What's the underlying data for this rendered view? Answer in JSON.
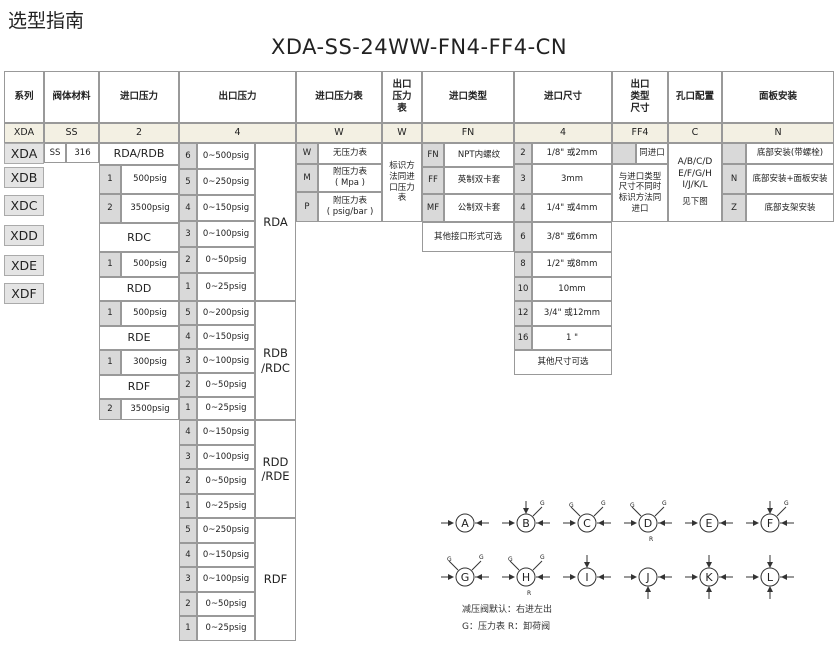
{
  "page": {
    "title": "选型指南",
    "model_code": "XDA-SS-24WW-FN4-FF4-CN"
  },
  "headers": {
    "series": "系列",
    "body_material": "阀体材料",
    "inlet_pressure": "进口压力",
    "outlet_pressure": "出口压力",
    "inlet_gauge": "进口压力表",
    "outlet_gauge": [
      "出口",
      "压力",
      "表"
    ],
    "inlet_type": "进口类型",
    "inlet_size": "进口尺寸",
    "outlet_type_size": [
      "出口",
      "类型",
      "尺寸"
    ],
    "port_config": "孔口配置",
    "panel_mount": "面板安装"
  },
  "codes": {
    "series": "XDA",
    "body_material": "SS",
    "inlet_pressure": "2",
    "outlet_pressure": "4",
    "inlet_gauge": "W",
    "outlet_gauge": "W",
    "inlet_type": "FN",
    "inlet_size": "4",
    "outlet_type": "FF4",
    "port_config": "C",
    "panel_mount": "N"
  },
  "series_list": [
    "XDA",
    "XDB",
    "XDC",
    "XDD",
    "XDE",
    "XDF"
  ],
  "body_material": {
    "code": "SS",
    "value": "316"
  },
  "inlet_pressure": {
    "g1": "RDA/RDB",
    "g1_rows": [
      {
        "code": "1",
        "value": "500psig"
      },
      {
        "code": "2",
        "value": "3500psig"
      }
    ],
    "g2": "RDC",
    "g2_rows": [
      {
        "code": "1",
        "value": "500psig"
      }
    ],
    "g3": "RDD",
    "g3_rows": [
      {
        "code": "1",
        "value": "500psig"
      }
    ],
    "g4": "RDE",
    "g4_rows": [
      {
        "code": "1",
        "value": "300psig"
      }
    ],
    "g5": "RDF",
    "g5_rows": [
      {
        "code": "2",
        "value": "3500psig"
      }
    ]
  },
  "outlet_pressure": {
    "rda": {
      "label": "RDA",
      "rows": [
        {
          "code": "6",
          "value": "0~500psig"
        },
        {
          "code": "5",
          "value": "0~250psig"
        },
        {
          "code": "4",
          "value": "0~150psig"
        },
        {
          "code": "3",
          "value": "0~100psig"
        },
        {
          "code": "2",
          "value": "0~50psig"
        },
        {
          "code": "1",
          "value": "0~25psig"
        }
      ]
    },
    "rdb": {
      "label": [
        "RDB",
        "/RDC"
      ],
      "rows": [
        {
          "code": "5",
          "value": "0~200psig"
        },
        {
          "code": "4",
          "value": "0~150psig"
        },
        {
          "code": "3",
          "value": "0~100psig"
        },
        {
          "code": "2",
          "value": "0~50psig"
        },
        {
          "code": "1",
          "value": "0~25psig"
        }
      ]
    },
    "rdd": {
      "label": [
        "RDD",
        "/RDE"
      ],
      "rows": [
        {
          "code": "4",
          "value": "0~150psig"
        },
        {
          "code": "3",
          "value": "0~100psig"
        },
        {
          "code": "2",
          "value": "0~50psig"
        },
        {
          "code": "1",
          "value": "0~25psig"
        }
      ]
    },
    "rdf": {
      "label": "RDF",
      "rows": [
        {
          "code": "5",
          "value": "0~250psig"
        },
        {
          "code": "4",
          "value": "0~150psig"
        },
        {
          "code": "3",
          "value": "0~100psig"
        },
        {
          "code": "2",
          "value": "0~50psig"
        },
        {
          "code": "1",
          "value": "0~25psig"
        }
      ]
    }
  },
  "inlet_gauge": {
    "rows": [
      {
        "code": "W",
        "value": "无压力表"
      },
      {
        "code": "M",
        "value": "附压力表\n( Mpa )"
      },
      {
        "code": "P",
        "value": "附压力表\n( psig/bar )"
      }
    ]
  },
  "outlet_gauge": {
    "note": "标识方\n法同进\n口压力\n表"
  },
  "inlet_type": {
    "rows": [
      {
        "code": "FN",
        "value": "NPT内螺纹"
      },
      {
        "code": "FF",
        "value": "英制双卡套"
      },
      {
        "code": "MF",
        "value": "公制双卡套"
      }
    ],
    "footer": "其他接口形式可选"
  },
  "inlet_size": {
    "rows": [
      {
        "code": "2",
        "value": "1/8\" 或2mm"
      },
      {
        "code": "3",
        "value": "3mm"
      },
      {
        "code": "4",
        "value": "1/4\" 或4mm"
      },
      {
        "code": "6",
        "value": "3/8\" 或6mm"
      },
      {
        "code": "8",
        "value": "1/2\" 或8mm"
      },
      {
        "code": "10",
        "value": "10mm"
      },
      {
        "code": "12",
        "value": "3/4\" 或12mm"
      },
      {
        "code": "16",
        "value": "1 \""
      }
    ],
    "footer": "其他尺寸可选"
  },
  "outlet_type": {
    "same": "同进口",
    "note": "与进口类型\n尺寸不同时\n标识方法同\n进口"
  },
  "port_config": {
    "options": "A/B/C/D\nE/F/G/H\nI/J/K/L",
    "note": "见下图"
  },
  "panel_mount": {
    "rows": [
      {
        "code": "",
        "value": "底部安装(带螺栓)"
      },
      {
        "code": "N",
        "value": "底部安装+面板安装"
      },
      {
        "code": "Z",
        "value": "底部支架安装"
      }
    ]
  },
  "diagram": {
    "ports": [
      "A",
      "B",
      "C",
      "D",
      "E",
      "F",
      "G",
      "H",
      "I",
      "J",
      "K",
      "L"
    ],
    "mark_g": "G",
    "mark_r": "R",
    "note1": "减压阀默认：右进左出",
    "note2": "G：压力表  R：卸荷阀"
  }
}
